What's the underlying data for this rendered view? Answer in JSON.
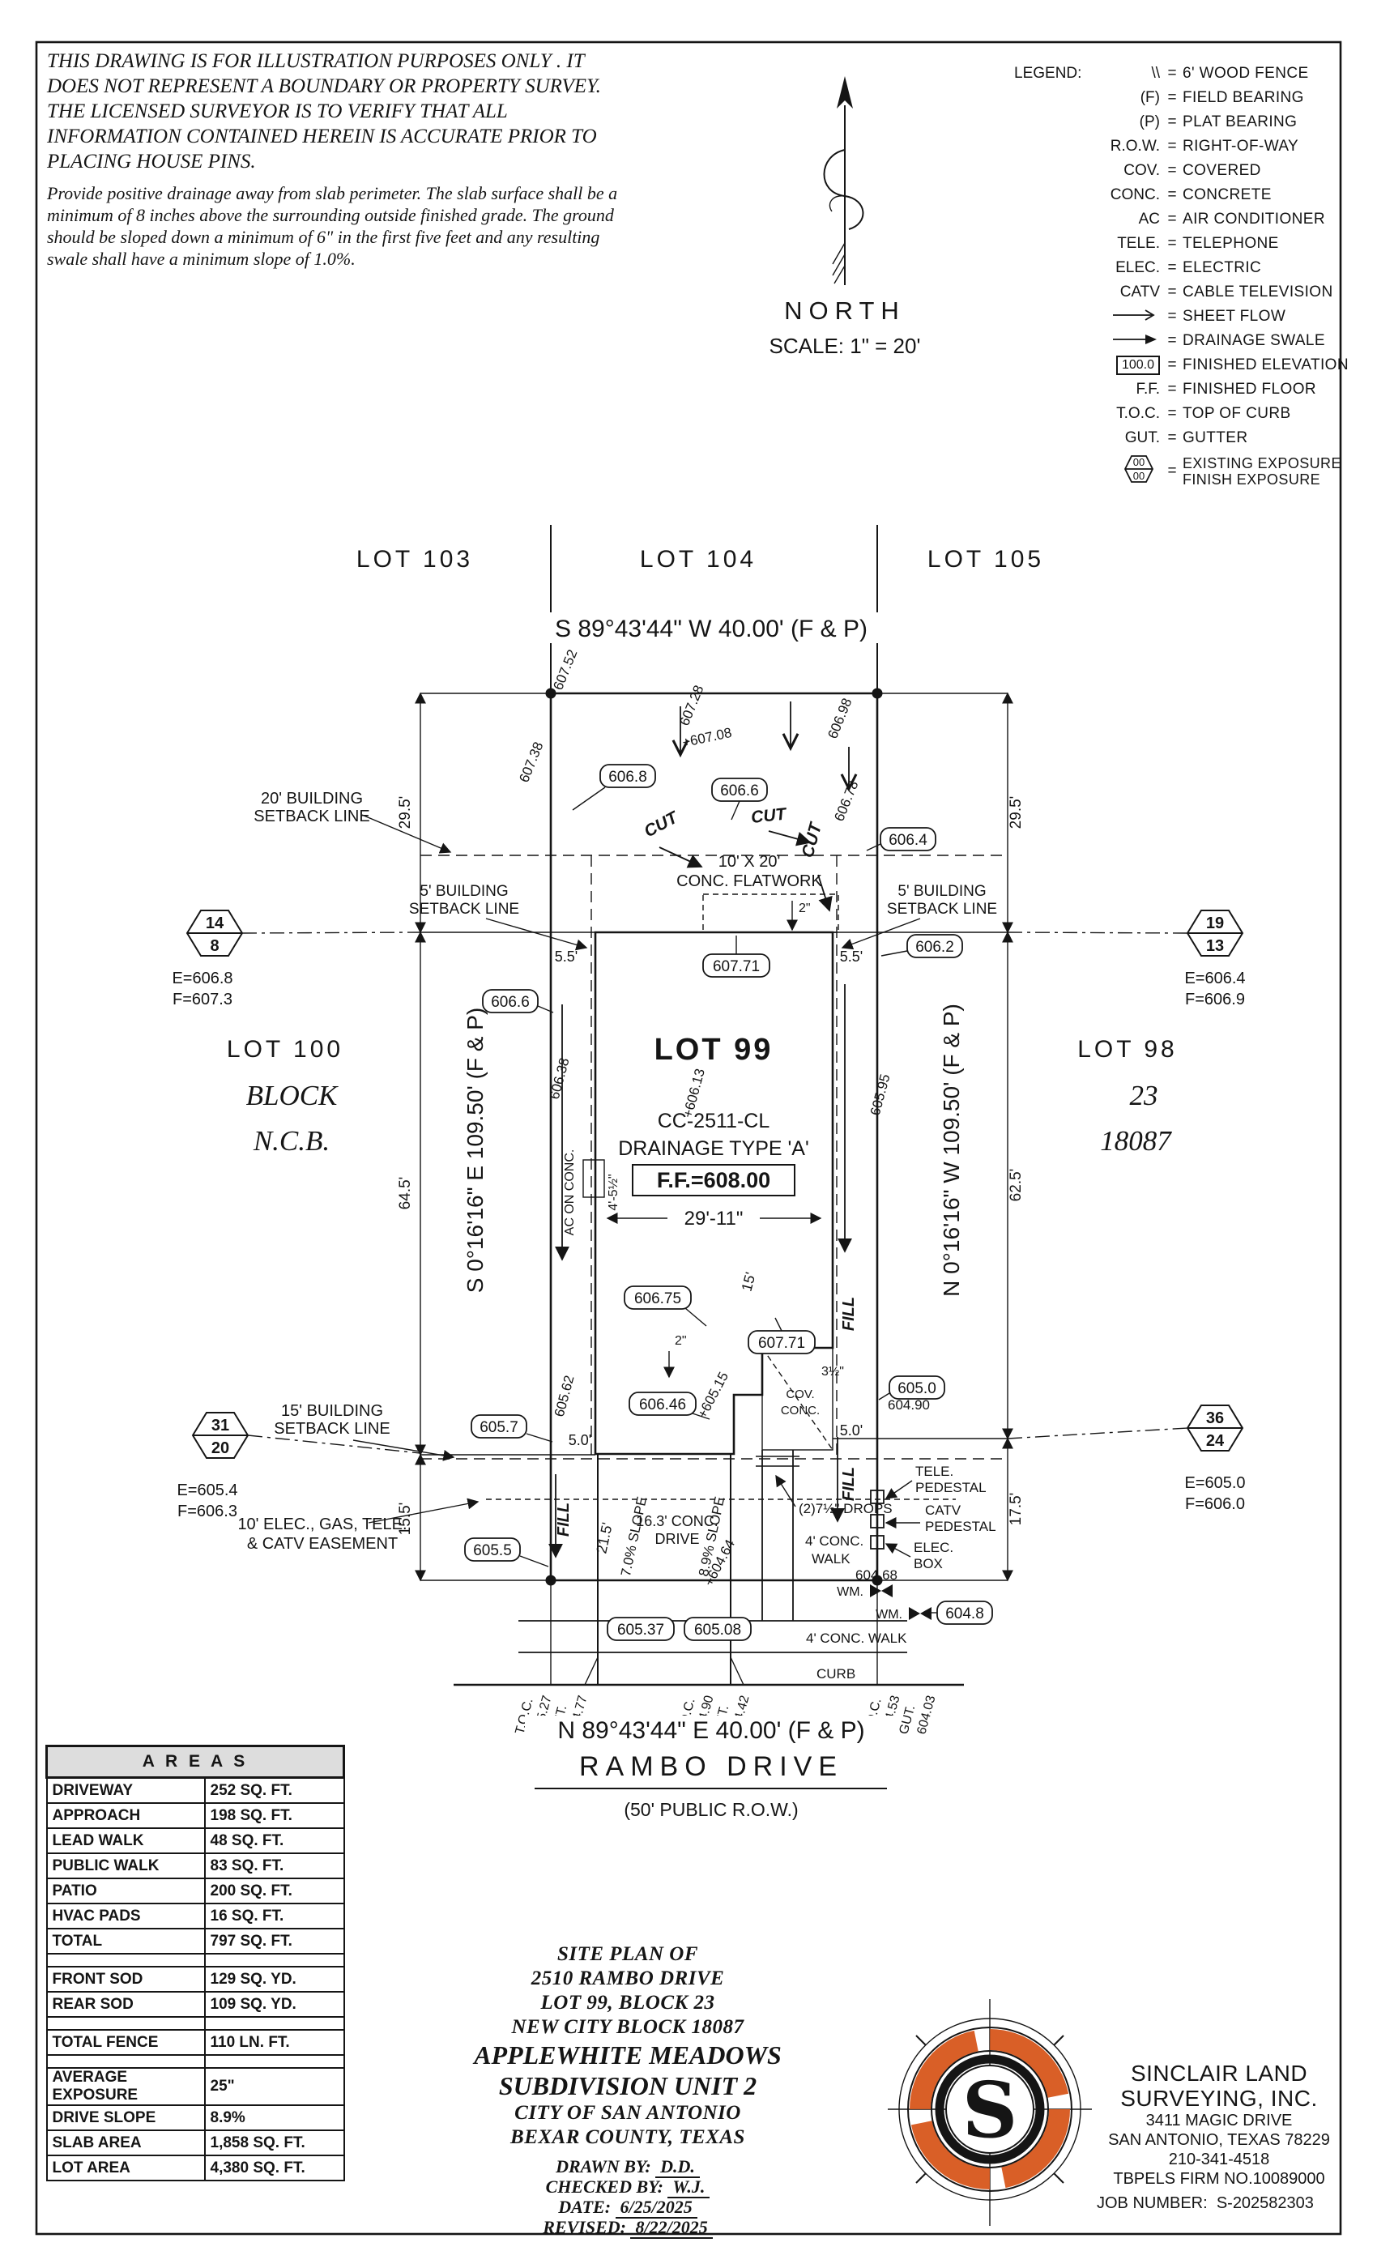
{
  "page": {
    "ink": "#151515",
    "accent_orange": "#d95f27"
  },
  "disclaimer": {
    "para1": "THIS DRAWING IS FOR ILLUSTRATION PURPOSES ONLY . IT DOES NOT REPRESENT A BOUNDARY OR PROPERTY SURVEY. THE LICENSED SURVEYOR IS TO VERIFY THAT ALL INFORMATION CONTAINED HEREIN IS ACCURATE PRIOR TO PLACING HOUSE PINS.",
    "para2": "Provide positive drainage away from slab perimeter. The slab surface shall be a minimum of 8 inches above the surrounding outside finished grade. The ground should be sloped down a minimum of 6\" in the first five feet and any resulting swale shall have a minimum slope of 1.0%."
  },
  "compass": {
    "north": "NORTH",
    "scale": "SCALE:  1\" =  20'"
  },
  "legend": {
    "title": "LEGEND:",
    "eq": "=",
    "items": [
      {
        "sym": "\\\\",
        "desc": "6' WOOD FENCE"
      },
      {
        "sym": "(F)",
        "desc": "FIELD BEARING"
      },
      {
        "sym": "(P)",
        "desc": "PLAT BEARING"
      },
      {
        "sym": "R.O.W.",
        "desc": "RIGHT-OF-WAY"
      },
      {
        "sym": "COV.",
        "desc": "COVERED"
      },
      {
        "sym": "CONC.",
        "desc": "CONCRETE"
      },
      {
        "sym": "AC",
        "desc": "AIR CONDITIONER"
      },
      {
        "sym": "TELE.",
        "desc": "TELEPHONE"
      },
      {
        "sym": "ELEC.",
        "desc": "ELECTRIC"
      },
      {
        "sym": "CATV",
        "desc": "CABLE TELEVISION"
      },
      {
        "sym": "",
        "icon": "sheet-flow-arrow",
        "desc": "SHEET FLOW"
      },
      {
        "sym": "",
        "icon": "drainage-swale-arrow",
        "desc": "DRAINAGE SWALE"
      },
      {
        "sym": "100.0",
        "desc": "FINISHED ELEVATION"
      },
      {
        "sym": "F.F.",
        "desc": "FINISHED FLOOR"
      },
      {
        "sym": "T.O.C.",
        "desc": "TOP OF CURB"
      },
      {
        "sym": "GUT.",
        "desc": "GUTTER"
      },
      {
        "sym": "00",
        "sym2": "00",
        "icon": "exposure-hexagon",
        "desc": "EXISTING EXPOSURE",
        "desc2": "FINISH EXPOSURE"
      }
    ]
  },
  "plan": {
    "lots_top": [
      "LOT 103",
      "LOT 104",
      "LOT 105"
    ],
    "bearing_top": "S 89°43'44\" W 40.00' (F & P)",
    "bearing_bottom": "N 89°43'44\" E 40.00' (F & P)",
    "bearing_left": "S 0°16'16\" E 109.50' (F & P)",
    "bearing_right": "N 0°16'16\" W 109.50' (F & P)",
    "lot_left": {
      "l1": "LOT 100",
      "l2": "BLOCK",
      "l3": "N.C.B."
    },
    "lot_right": {
      "l1": "LOT 98",
      "l2": "23",
      "l3": "18087"
    },
    "lot99": {
      "name": "LOT 99",
      "cc": "CC-2511-CL",
      "drainage": "DRAINAGE TYPE 'A'",
      "ff": "F.F.=608.00",
      "width": "29'-11\""
    },
    "street": {
      "name": "RAMBO DRIVE",
      "row": "(50' PUBLIC R.O.W.)",
      "curb": "CURB"
    },
    "labels": {
      "sb20a": "20' BUILDING",
      "sb20b": "SETBACK LINE",
      "sb5a": "5' BUILDING",
      "sb5b": "SETBACK LINE",
      "sb15a": "15' BUILDING",
      "sb15b": "SETBACK LINE",
      "easea": "10' ELEC., GAS, TELE.",
      "easeb": "& CATV EASEMENT",
      "flata": "10' X 20'",
      "flatb": "CONC. FLATWORK",
      "tele_a": "TELE.",
      "tele_b": "PEDESTAL",
      "catv_a": "CATV",
      "catv_b": "PEDESTAL",
      "elec_a": "ELEC.",
      "elec_b": "BOX",
      "cov_a": "COV.",
      "cov_b": "CONC.",
      "wm1": "WM.",
      "wm2": "WM.",
      "drops": "(2)7½\" DROPS",
      "walk_a": "4' CONC.",
      "walk_b": "WALK",
      "walk2": "4' CONC. WALK",
      "drive_a": "16.3' CONC.",
      "drive_b": "DRIVE",
      "slope7": "7.0% SLOPE",
      "slope89": "8.9% SLOPE",
      "ac": "AC ON CONC.",
      "acdim": "4'-5½\""
    },
    "dims": {
      "a295l": "29.5'",
      "a295r": "29.5'",
      "a645": "64.5'",
      "a625": "62.5'",
      "a155": "15.5'",
      "a175": "17.5'",
      "a55l": "5.5'",
      "a55r": "5.5'",
      "a50l": "5.0'",
      "a50r": "5.0'",
      "a215": "21.5'",
      "a15": "15'",
      "two1": "2\"",
      "two2": "2\"",
      "three": "3½\""
    },
    "flow": {
      "cut1": "CUT",
      "cut2": "CUT",
      "cut3": "CUT",
      "fill1": "FILL",
      "fill2": "FILL",
      "fill3": "FILL"
    },
    "callouts": [
      "606.8",
      "606.6",
      "606.4",
      "606.2",
      "607.71",
      "606.6",
      "606.75",
      "607.71",
      "606.46",
      "605.7",
      "605.0",
      "605.5",
      "605.37",
      "605.08",
      "604.8"
    ],
    "spots": [
      "607.52",
      "607.28",
      "+607.08",
      "606.98",
      "607.38",
      "606.78",
      "606.38",
      "+606.13",
      "605.95",
      "605.62",
      "+605.15",
      "+604.64",
      "604.90",
      "604.68"
    ],
    "toc": [
      "T.O.C.",
      "605.27",
      "GUT.",
      "604.77",
      "T.O.C.",
      "604.90",
      "GUT.",
      "604.42",
      "T.O.C.",
      "604.53",
      "GUT.",
      "604.03"
    ],
    "markers": [
      {
        "top": "14",
        "bot": "8",
        "e": "E=606.8",
        "f": "F=607.3"
      },
      {
        "top": "19",
        "bot": "13",
        "e": "E=606.4",
        "f": "F=606.9"
      },
      {
        "top": "31",
        "bot": "20",
        "e": "E=605.4",
        "f": "F=606.3"
      },
      {
        "top": "36",
        "bot": "24",
        "e": "E=605.0",
        "f": "F=606.0"
      }
    ]
  },
  "areas": {
    "title": "A R E A S",
    "rows": [
      {
        "label": "DRIVEWAY",
        "value": "252 SQ. FT."
      },
      {
        "label": "APPROACH",
        "value": "198 SQ. FT."
      },
      {
        "label": "LEAD WALK",
        "value": "48 SQ. FT."
      },
      {
        "label": "PUBLIC WALK",
        "value": "83 SQ. FT."
      },
      {
        "label": "PATIO",
        "value": "200 SQ. FT."
      },
      {
        "label": "HVAC PADS",
        "value": "16 SQ. FT."
      },
      {
        "label": "TOTAL",
        "value": "797 SQ. FT."
      },
      {
        "label": "",
        "value": ""
      },
      {
        "label": "FRONT SOD",
        "value": "129 SQ. YD."
      },
      {
        "label": "REAR SOD",
        "value": "109 SQ. YD."
      },
      {
        "label": "",
        "value": ""
      },
      {
        "label": "TOTAL FENCE",
        "value": "110 LN. FT."
      },
      {
        "label": "",
        "value": ""
      },
      {
        "label": "AVERAGE EXPOSURE",
        "value": "25\""
      },
      {
        "label": "DRIVE SLOPE",
        "value": "8.9%"
      },
      {
        "label": "SLAB AREA",
        "value": "1,858 SQ. FT."
      },
      {
        "label": "LOT AREA",
        "value": "4,380 SQ. FT."
      }
    ]
  },
  "title_block": {
    "l1": "SITE PLAN OF",
    "l2": "2510 RAMBO DRIVE",
    "l3": "LOT 99, BLOCK 23",
    "l4": "NEW CITY BLOCK 18087",
    "l5": "APPLEWHITE MEADOWS",
    "l6": "SUBDIVISION UNIT 2",
    "l7": "CITY OF SAN ANTONIO",
    "l8": "BEXAR COUNTY, TEXAS",
    "drawn_label": "DRAWN BY:",
    "drawn": "D.D.",
    "checked_label": "CHECKED BY:",
    "checked": "W.J.",
    "date_label": "DATE:",
    "date": "6/25/2025",
    "revised_label": "REVISED:",
    "revised": "8/22/2025"
  },
  "company": {
    "name1": "SINCLAIR LAND",
    "name2": "SURVEYING, INC.",
    "addr1": "3411 MAGIC DRIVE",
    "addr2": "SAN ANTONIO, TEXAS 78229",
    "phone": "210-341-4518",
    "firm": "TBPELS FIRM NO.10089000",
    "job_label": "JOB NUMBER:",
    "job": "S-202582303",
    "logo_letter": "S"
  }
}
